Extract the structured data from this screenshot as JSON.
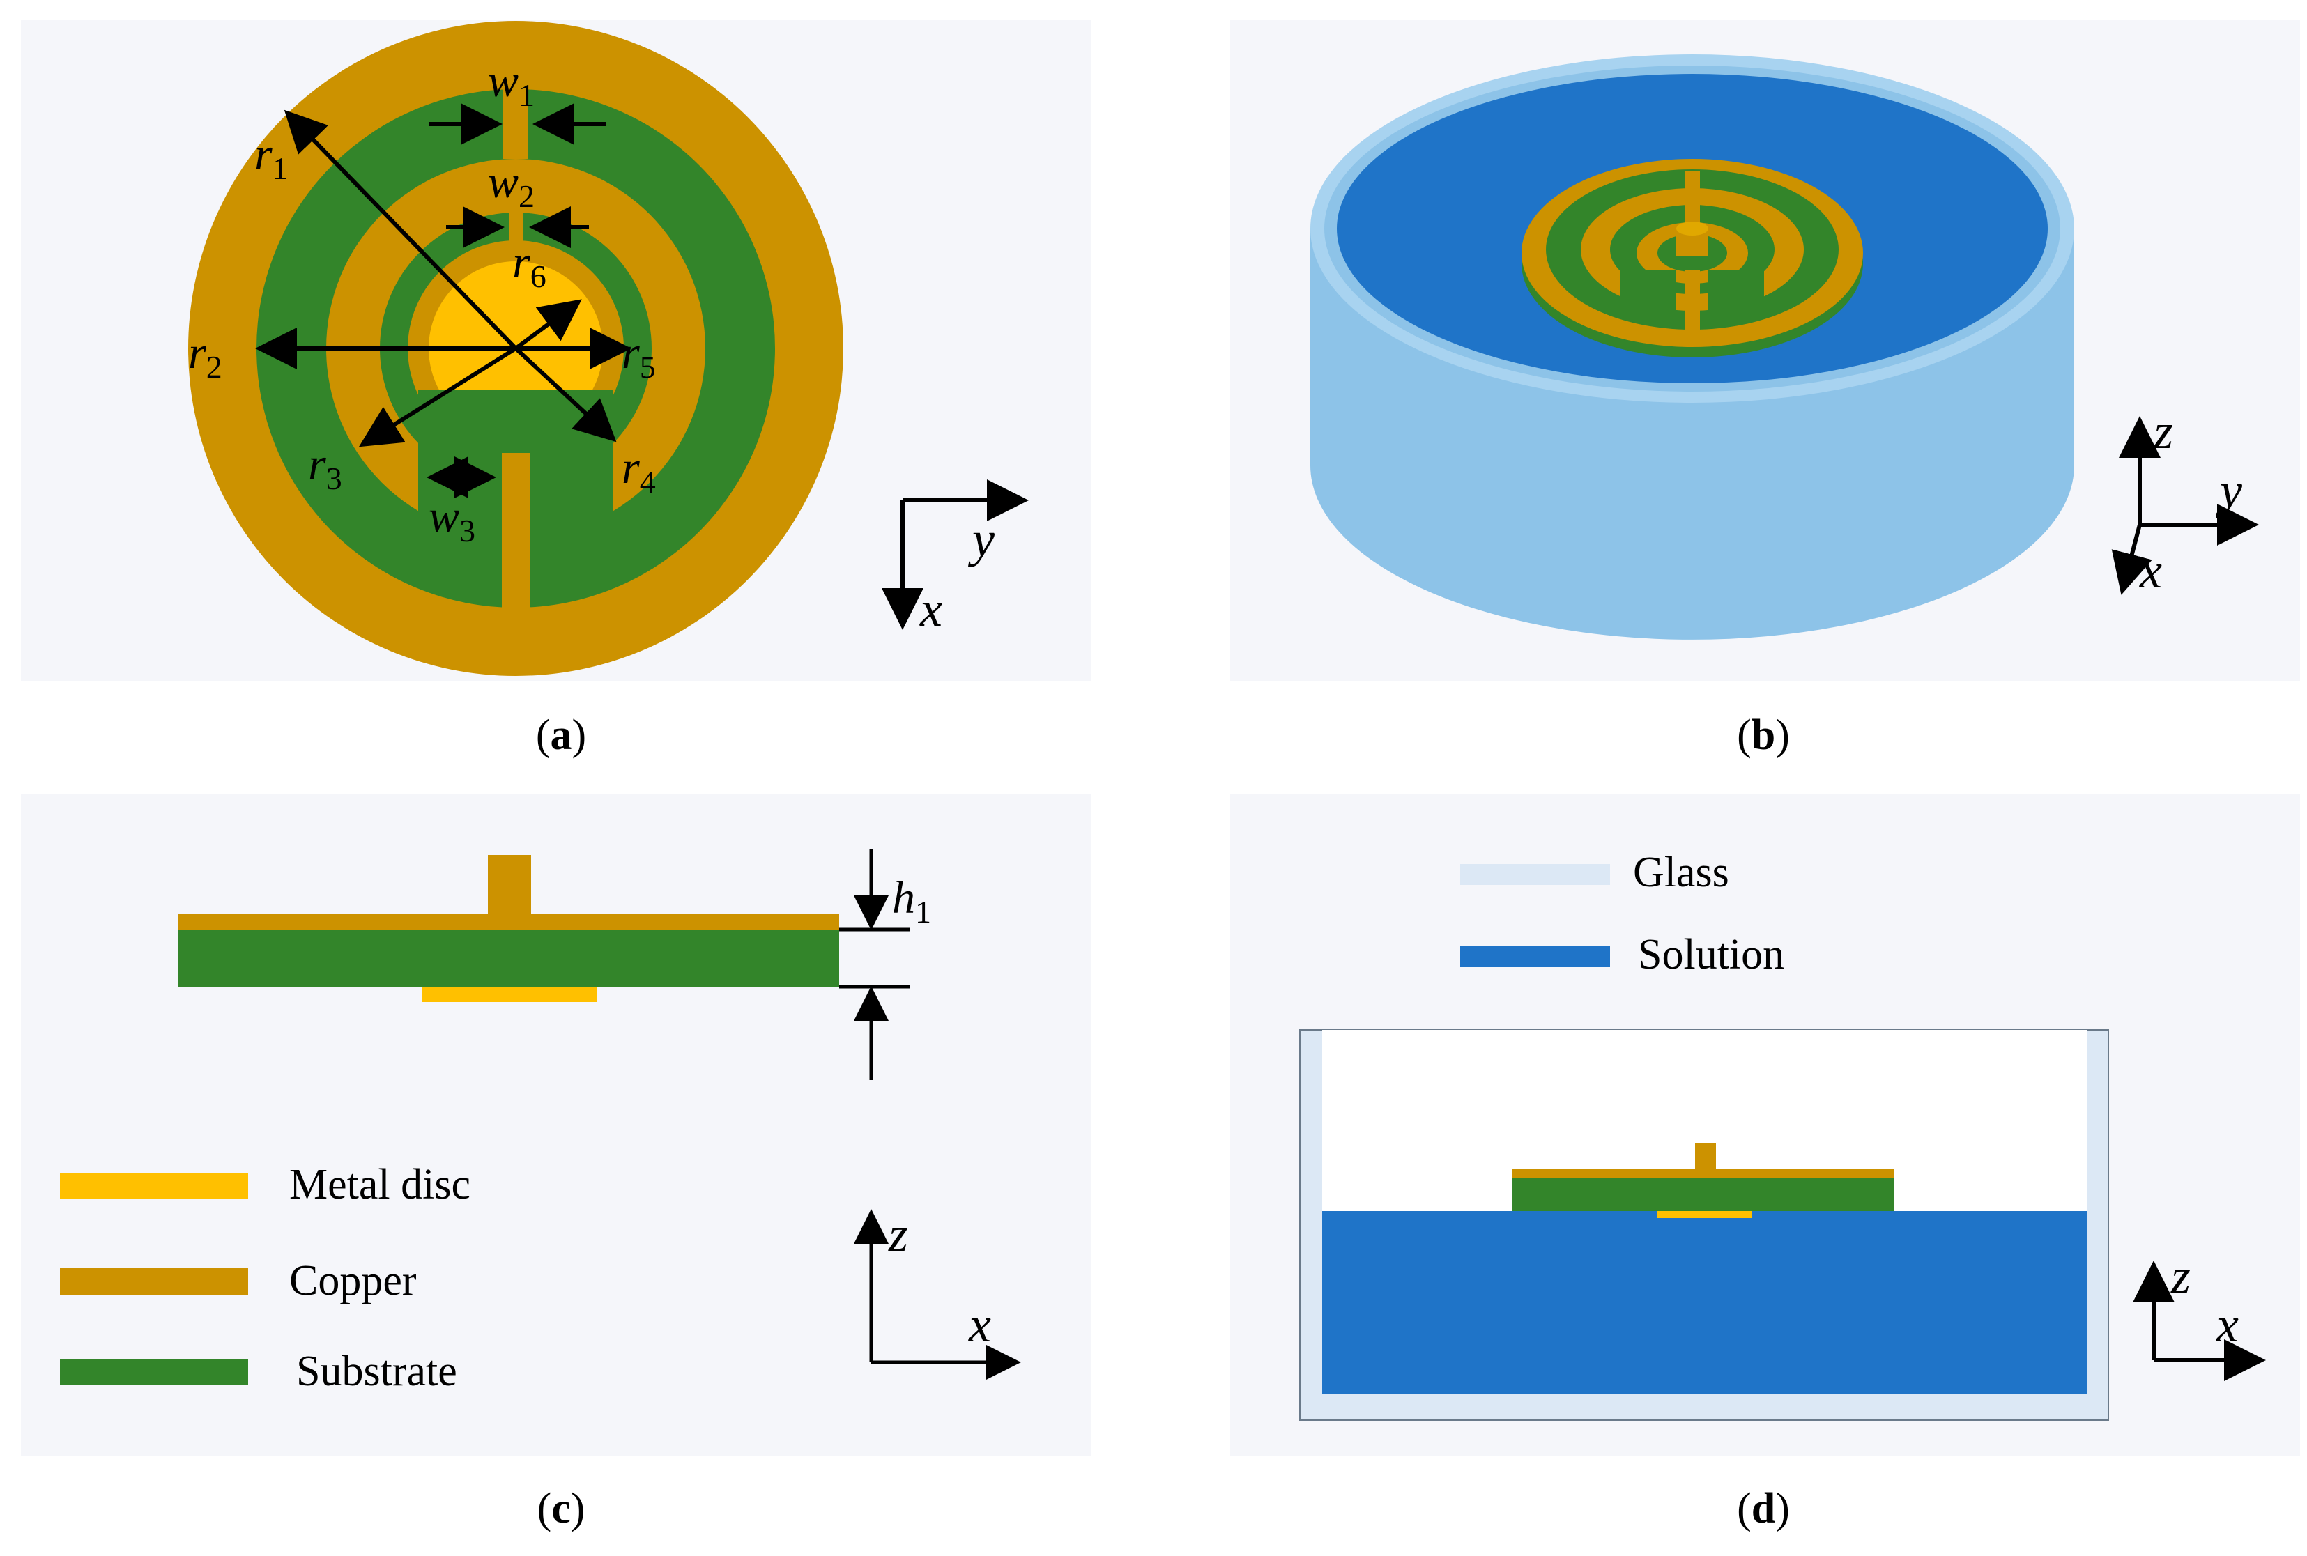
{
  "panels": {
    "a": {
      "caption_letter": "a",
      "labels": {
        "r1": "r",
        "r1_sub": "1",
        "r2": "r",
        "r2_sub": "2",
        "r3": "r",
        "r3_sub": "3",
        "r4": "r",
        "r4_sub": "4",
        "r5": "r",
        "r5_sub": "5",
        "r6": "r",
        "r6_sub": "6",
        "w1": "w",
        "w1_sub": "1",
        "w2": "w",
        "w2_sub": "2",
        "w3": "w",
        "w3_sub": "3"
      },
      "axes": {
        "h": "y",
        "v": "x"
      }
    },
    "b": {
      "caption_letter": "b",
      "axes": {
        "z": "z",
        "y": "y",
        "x": "x"
      }
    },
    "c": {
      "caption_letter": "c",
      "h1": "h",
      "h1_sub": "1",
      "legend": [
        {
          "label": "Metal disc",
          "color": "#ffc000"
        },
        {
          "label": "Copper",
          "color": "#cc9200"
        },
        {
          "label": "Substrate",
          "color": "#33852a"
        }
      ],
      "axes": {
        "v": "z",
        "h": "x"
      }
    },
    "d": {
      "caption_letter": "d",
      "legend": [
        {
          "label": "Glass",
          "color": "#dce8f5"
        },
        {
          "label": "Solution",
          "color": "#1f74c8"
        }
      ],
      "axes": {
        "v": "z",
        "h": "x"
      }
    }
  },
  "colors": {
    "copper": "#cc9200",
    "substrate": "#33852a",
    "metal_disc": "#ffc000",
    "solution": "#1f74c8",
    "glass": "#dce8f5",
    "glass_3d": "#8dc3e8",
    "panel_bg": "#f5f6fa"
  }
}
